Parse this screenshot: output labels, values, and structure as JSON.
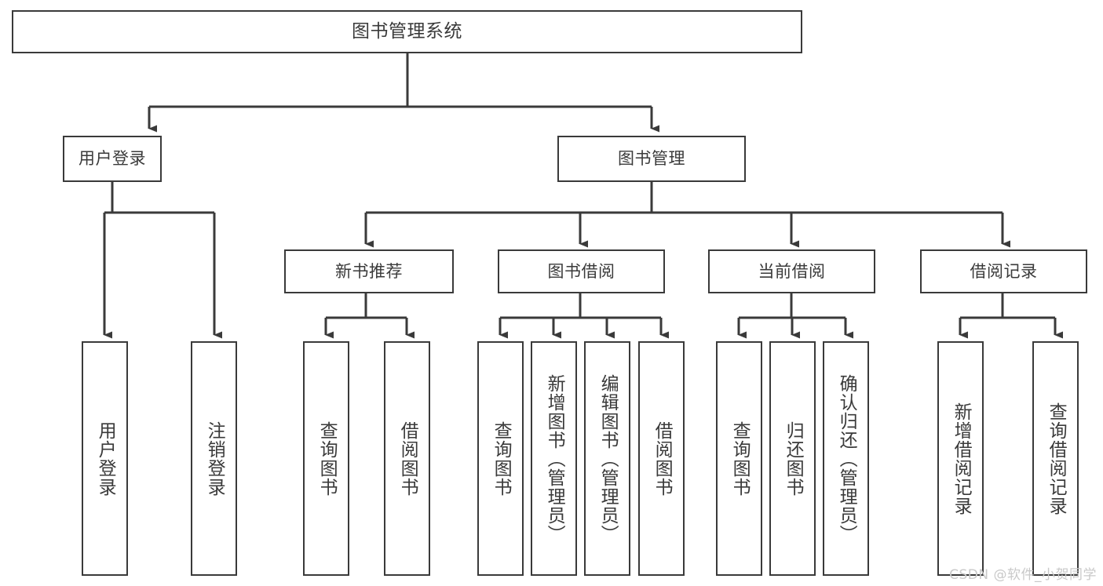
{
  "diagram": {
    "title": "图书管理系统",
    "type": "tree-hierarchy",
    "background_color": "#ffffff",
    "line_color": "#3a3a3a",
    "box_border_color": "#3a3a3a",
    "text_color": "#3a3a3a"
  },
  "root": {
    "label": "图书管理系统"
  },
  "level2": [
    {
      "label": "用户登录"
    },
    {
      "label": "图书管理"
    }
  ],
  "level3": [
    {
      "label": "新书推荐"
    },
    {
      "label": "图书借阅"
    },
    {
      "label": "当前借阅"
    },
    {
      "label": "借阅记录"
    }
  ],
  "leaves": {
    "user_login": [
      {
        "label": "用户登录"
      },
      {
        "label": "注销登录"
      }
    ],
    "new_book": [
      {
        "label": "查询图书"
      },
      {
        "label": "借阅图书"
      }
    ],
    "book_borrow": [
      {
        "label": "查询图书"
      },
      {
        "label": "新增图书（管理员）"
      },
      {
        "label": "编辑图书（管理员）"
      },
      {
        "label": "借阅图书"
      }
    ],
    "current_borrow": [
      {
        "label": "查询图书"
      },
      {
        "label": "归还图书"
      },
      {
        "label": "确认归还（管理员）"
      }
    ],
    "borrow_record": [
      {
        "label": "新增借阅记录"
      },
      {
        "label": "查询借阅记录"
      }
    ]
  },
  "watermark": {
    "text": "CSDN @软件_小贺同学",
    "color": "#c9c9c9"
  }
}
